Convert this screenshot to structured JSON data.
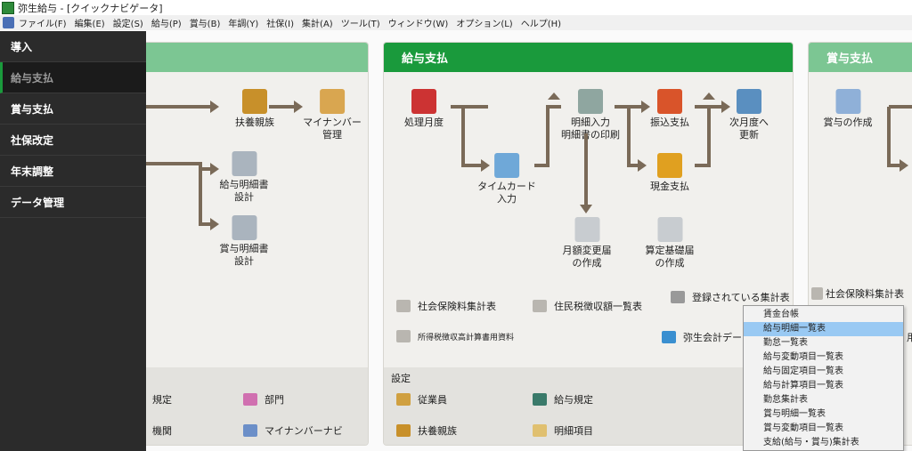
{
  "window": {
    "title": "弥生給与 - [クイックナビゲータ]"
  },
  "menu": [
    "ファイル(F)",
    "編集(E)",
    "設定(S)",
    "給与(P)",
    "賞与(B)",
    "年調(Y)",
    "社保(I)",
    "集計(A)",
    "ツール(T)",
    "ウィンドウ(W)",
    "オプション(L)",
    "ヘルプ(H)"
  ],
  "sidebar": {
    "items": [
      {
        "label": "導入"
      },
      {
        "label": "給与支払",
        "selected": true
      },
      {
        "label": "賞与支払"
      },
      {
        "label": "社保改定"
      },
      {
        "label": "年末調整"
      },
      {
        "label": "データ管理"
      }
    ]
  },
  "panel1": {
    "nodes": [
      [
        "扶養親族"
      ],
      [
        "マイナンバー",
        "管理"
      ],
      [
        "給与明細書",
        "設計"
      ],
      [
        "賞与明細書",
        "設計"
      ]
    ],
    "links": [
      "規定",
      "部門",
      "機関",
      "マイナンバーナビ"
    ]
  },
  "panel2": {
    "title": "給与支払",
    "nodes": {
      "shori": "処理月度",
      "meisai": [
        "明細入力",
        "明細書の印刷"
      ],
      "furikomi": "振込支払",
      "jigetsu": [
        "次月度へ",
        "更新"
      ],
      "timecard": [
        "タイムカード",
        "入力"
      ],
      "genkin": "現金支払",
      "getsugaku": [
        "月額変更届",
        "の作成"
      ],
      "santei": [
        "算定基礎届",
        "の作成"
      ]
    },
    "links": [
      "社会保険料集計表",
      "住民税徴収額一覧表",
      "登録されている集計表",
      "所得税徴収高計算書用資料",
      "弥生会計デー"
    ],
    "settings_label": "設定",
    "settings": [
      "従業員",
      "給与規定",
      "扶養親族",
      "明細項目"
    ]
  },
  "panel3": {
    "title": "賞与支払",
    "nodes": {
      "create": "賞与の作成"
    },
    "links": [
      "社会保険料集計表",
      "用"
    ]
  },
  "popup": {
    "items": [
      "賃金台帳",
      "給与明細一覧表",
      "勤怠一覧表",
      "給与変動項目一覧表",
      "給与固定項目一覧表",
      "給与計算項目一覧表",
      "勤怠集計表",
      "賞与明細一覧表",
      "賞与変動項目一覧表",
      "支給(給与・賞与)集計表"
    ],
    "highlighted": 1
  }
}
